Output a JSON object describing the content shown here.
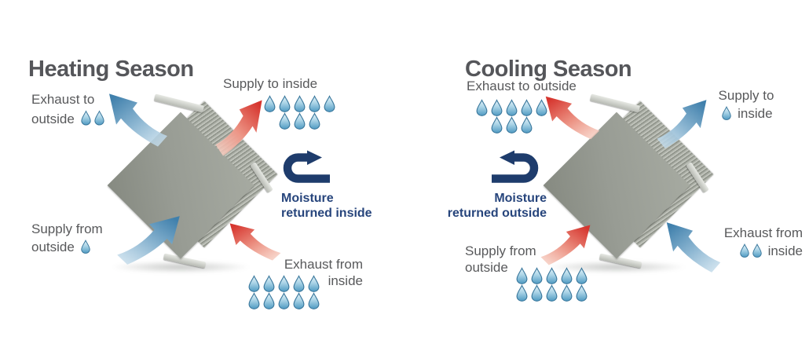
{
  "colors": {
    "title": "#55565a",
    "label": "#58595b",
    "navy_text": "#27457c",
    "navy_arrow": "#1e3c6c",
    "blue_head": "#4080ac",
    "blue_tail": "#cfe3ef",
    "red_head": "#d6352e",
    "red_tail": "#f8d8cc",
    "drop_light": "#e4f2f9",
    "drop_dark": "#4f9ac2",
    "drop_outline": "#39779c",
    "unit_face": "#989c94"
  },
  "heating": {
    "title": "Heating Season",
    "exhaust_to": {
      "line1": "Exhaust to",
      "line2": "outside",
      "drops": 2,
      "arrow_color": "blue"
    },
    "supply_to": {
      "line1": "Supply to inside",
      "drop_rows": [
        5,
        3
      ],
      "arrow_color": "red"
    },
    "moisture": {
      "line1": "Moisture",
      "line2": "returned inside"
    },
    "supply_from": {
      "line1": "Supply from",
      "line2": "outside",
      "drops": 1,
      "arrow_color": "blue"
    },
    "exhaust_from": {
      "line1": "Exhaust from",
      "line2": "inside",
      "drop_rows": [
        5,
        5
      ],
      "arrow_color": "red"
    }
  },
  "cooling": {
    "title": "Cooling Season",
    "exhaust_to": {
      "line1": "Exhaust to outside",
      "drop_rows": [
        5,
        3
      ],
      "arrow_color": "red"
    },
    "supply_to": {
      "line1": "Supply to",
      "line2": "inside",
      "drops": 1,
      "arrow_color": "blue"
    },
    "moisture": {
      "line1": "Moisture",
      "line2": "returned outside"
    },
    "supply_from": {
      "line1": "Supply from",
      "line2": "outside",
      "drop_rows": [
        5,
        5
      ],
      "arrow_color": "red"
    },
    "exhaust_from": {
      "line1": "Exhaust from",
      "line2": "inside",
      "drops": 2,
      "arrow_color": "blue"
    }
  }
}
